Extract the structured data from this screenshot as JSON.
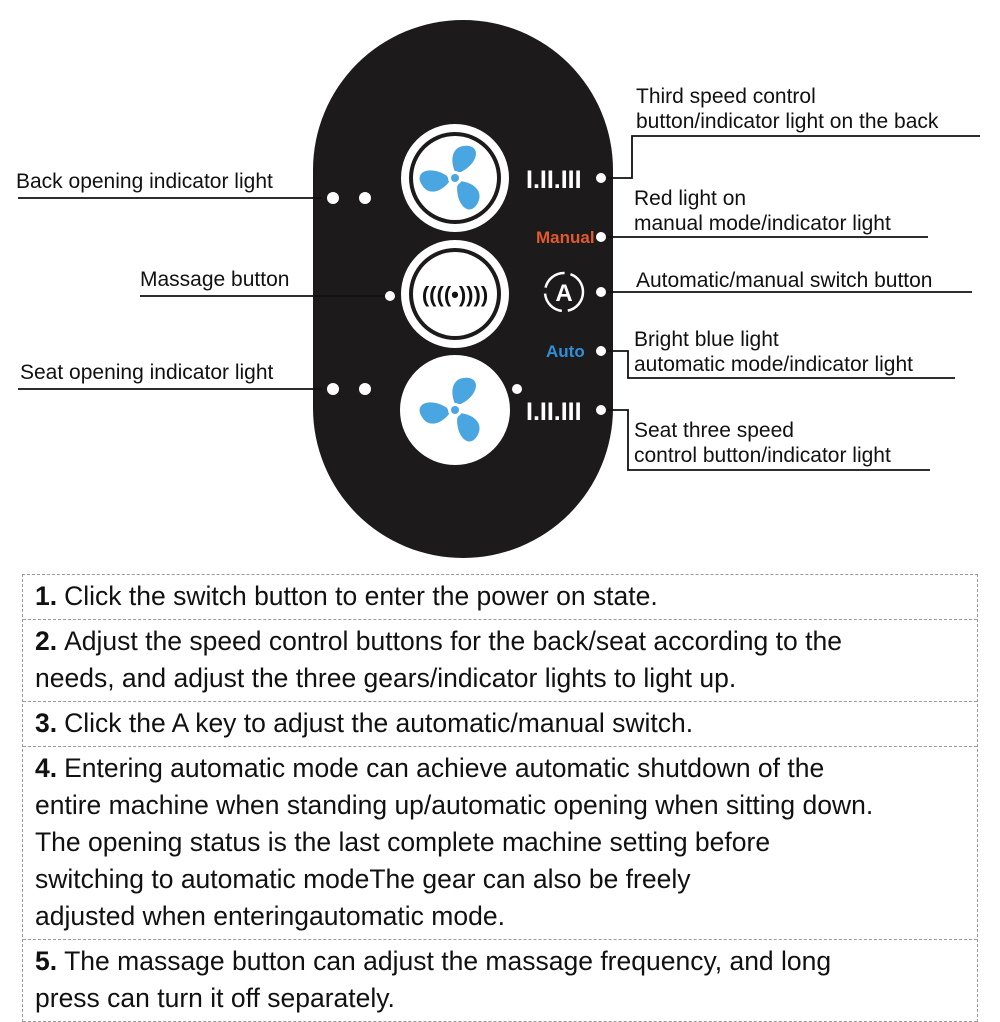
{
  "panel": {
    "manual_label": "Manual",
    "auto_label": "Auto",
    "auto_key_label": "A",
    "speed_glyph": "I.II.III",
    "massage_glyph": "((((•))))",
    "colors": {
      "panel": "#1c1a1b",
      "manual": "#e05a2b",
      "auto": "#2f8fd8",
      "fan": "#4aa6e0",
      "button_face": "#ffffff"
    }
  },
  "callouts": {
    "back_light": "Back opening indicator light",
    "massage_button": "Massage button",
    "seat_light": "Seat opening indicator light",
    "back_speed": [
      "Third speed control",
      "button/indicator light on the back"
    ],
    "manual_light": [
      "Red light on",
      "manual mode/indicator light"
    ],
    "auto_switch": "Automatic/manual switch button",
    "auto_light": [
      "Bright blue light",
      "automatic mode/indicator light"
    ],
    "seat_speed": [
      "Seat three speed",
      "control button/indicator light"
    ]
  },
  "notes": [
    {
      "num": "1.",
      "lines": [
        "Click the switch button to enter the power on state."
      ]
    },
    {
      "num": "2.",
      "lines": [
        "Adjust the speed control buttons for the back/seat according to the",
        "needs, and adjust the three gears/indicator lights to light up."
      ]
    },
    {
      "num": "3.",
      "lines": [
        "Click the A key to adjust the automatic/manual switch."
      ]
    },
    {
      "num": "4.",
      "lines": [
        "Entering automatic mode can achieve automatic shutdown of the",
        "entire machine when standing up/automatic opening when sitting down.",
        "The opening status is the last complete machine setting before",
        "switching to automatic modeThe gear can also be freely",
        "adjusted when enteringautomatic mode."
      ]
    },
    {
      "num": "5.",
      "lines": [
        "The massage button can adjust the massage frequency, and long",
        "press can turn it off separately."
      ]
    }
  ]
}
